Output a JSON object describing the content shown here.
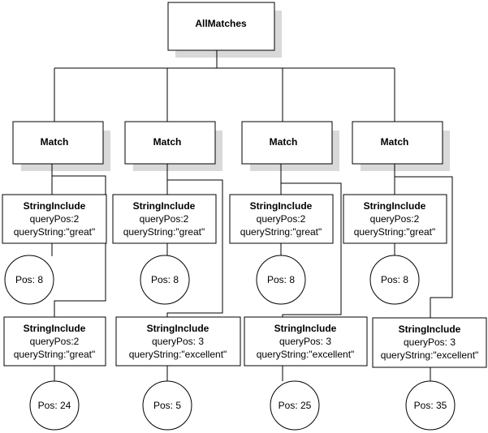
{
  "root": {
    "label": "AllMatches"
  },
  "columns": [
    {
      "match": "Match",
      "first": {
        "title": "StringInclude",
        "pos_line": "queryPos:2",
        "query_line": "queryString:\"great\"",
        "result": "Pos: 8"
      },
      "second": {
        "title": "StringInclude",
        "pos_line": "queryPos:2",
        "query_line": "queryString:\"great\"",
        "result": "Pos: 24"
      }
    },
    {
      "match": "Match",
      "first": {
        "title": "StringInclude",
        "pos_line": "queryPos:2",
        "query_line": "queryString:\"great\"",
        "result": "Pos: 8"
      },
      "second": {
        "title": "StringInclude",
        "pos_line": "queryPos: 3",
        "query_line": "queryString:\"excellent\"",
        "result": "Pos: 5"
      }
    },
    {
      "match": "Match",
      "first": {
        "title": "StringInclude",
        "pos_line": "queryPos:2",
        "query_line": "queryString:\"great\"",
        "result": "Pos: 8"
      },
      "second": {
        "title": "StringInclude",
        "pos_line": "queryPos: 3",
        "query_line": "queryString:\"excellent\"",
        "result": "Pos: 25"
      }
    },
    {
      "match": "Match",
      "first": {
        "title": "StringInclude",
        "pos_line": "queryPos:2",
        "query_line": "queryString:\"great\"",
        "result": "Pos: 8"
      },
      "second": {
        "title": "StringInclude",
        "pos_line": "queryPos: 3",
        "query_line": "queryString:\"excellent\"",
        "result": "Pos: 35"
      }
    }
  ]
}
